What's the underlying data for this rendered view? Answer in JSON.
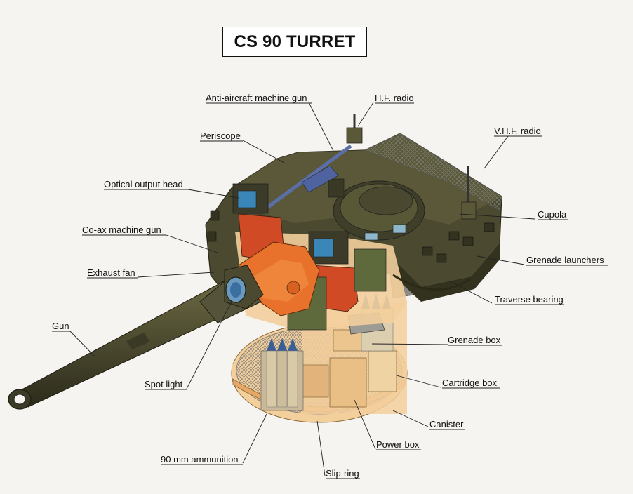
{
  "title": "CS 90 TURRET",
  "labels": {
    "anti_aircraft_machine_gun": "Anti-aircraft machine gun",
    "hf_radio": "H.F. radio",
    "vhf_radio": "V.H.F. radio",
    "periscope": "Periscope",
    "optical_output_head": "Optical output head",
    "cupola": "Cupola",
    "co_ax_machine_gun": "Co-ax machine gun",
    "grenade_launchers": "Grenade launchers",
    "exhaust_fan": "Exhaust fan",
    "traverse_bearing": "Traverse bearing",
    "gun": "Gun",
    "grenade_box": "Grenade box",
    "spot_light": "Spot light",
    "cartridge_box": "Cartridge box",
    "canister": "Canister",
    "power_box": "Power box",
    "ammunition_90mm": "90 mm ammunition",
    "slip_ring": "Slip-ring"
  },
  "colors": {
    "hull": "#4b4a30",
    "hull_dark": "#33321f",
    "hull_light": "#67653f",
    "orange": "#e8722c",
    "red": "#d04a26",
    "interior": "#f3cf9c",
    "blue": "#2f6f9f",
    "green": "#5f6a3c",
    "mesh": "#8a8a80"
  }
}
